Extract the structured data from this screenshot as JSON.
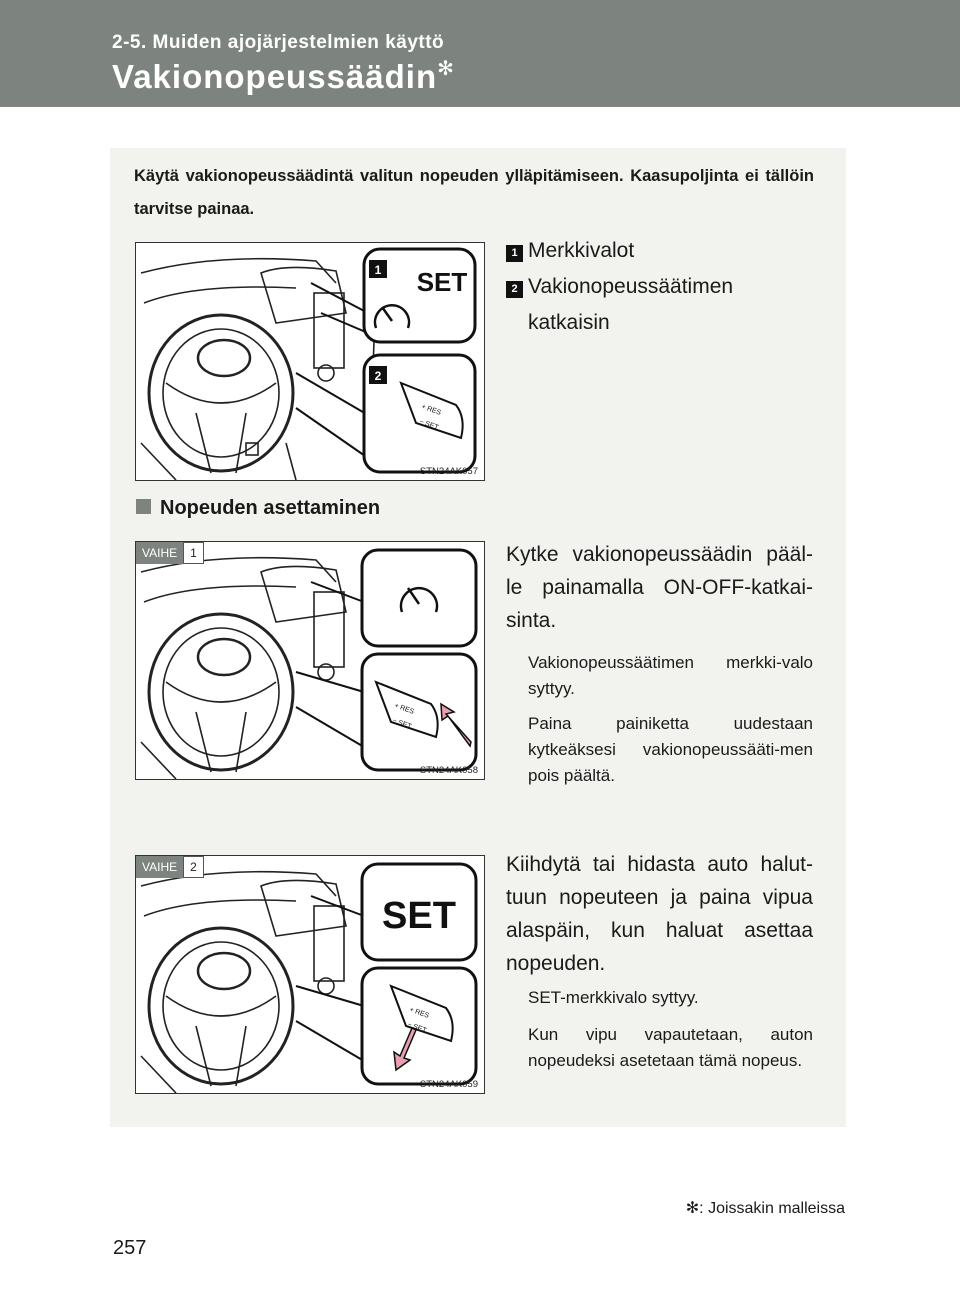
{
  "header": {
    "section": "2-5. Muiden ajojärjestelmien käyttö",
    "title": "Vakionopeussäädin",
    "title_mark": "✻"
  },
  "intro": "Käytä vakionopeussäädintä valitun nopeuden ylläpitämiseen. Kaasupoljinta ei tällöin tarvitse painaa.",
  "overview": {
    "figure_code": "STN24AK057",
    "callout_1_label": "SET",
    "legend": [
      {
        "badge": "1",
        "text": "Merkkivalot"
      },
      {
        "badge": "2",
        "text": "Vakionopeussäätimen",
        "text2": "katkaisin"
      }
    ]
  },
  "subsection": "Nopeuden asettaminen",
  "steps": [
    {
      "tag": "VAIHE",
      "num": "1",
      "figure_code": "STN24AK058",
      "text": "Kytke vakionopeussäädin pääl-le painamalla ON-OFF-katkai-sinta.",
      "notes": [
        "Vakionopeussäätimen merkki-valo syttyy.",
        "Paina painiketta uudestaan kytkeäksesi vakionopeussääti-men pois päältä."
      ]
    },
    {
      "tag": "VAIHE",
      "num": "2",
      "figure_code": "STN24AK059",
      "callout_label": "SET",
      "text": "Kiihdytä tai hidasta auto halut-tuun nopeuteen ja paina vipua alaspäin, kun haluat asettaa nopeuden.",
      "notes": [
        "SET-merkkivalo syttyy.",
        "Kun vipu vapautetaan, auton nopeudeksi asetetaan tämä nopeus."
      ]
    }
  ],
  "footnote": {
    "mark": "✻",
    "text": ": Joissakin malleissa"
  },
  "page_number": "257",
  "colors": {
    "header_bg": "#7d8480",
    "panel_bg": "#f2f2ef",
    "accent_arrow": "#e8a0b0"
  }
}
